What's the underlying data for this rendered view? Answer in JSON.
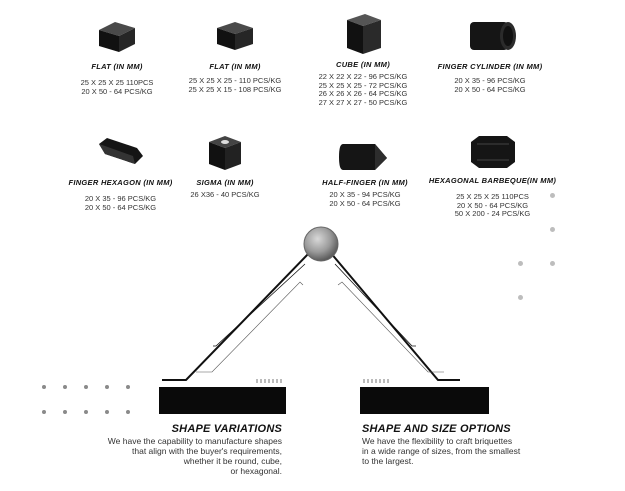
{
  "products": [
    {
      "title": "FLAT (IN MM)",
      "specs": [
        "25 X 25 X 25 110PCS",
        "20 X 50 - 64 PCS/KG"
      ],
      "icon": "flat-block-icon"
    },
    {
      "title": "FLAT (IN MM)",
      "specs": [
        "25 X 25 X 25 - 110 PCS/KG",
        "25 X 25 X 15 - 108 PCS/KG"
      ],
      "icon": "flat-block-icon"
    },
    {
      "title": "CUBE (IN MM)",
      "specs": [
        "22 X 22 X 22 - 96 PCS/KG",
        "25 X 25 X 25 - 72 PCS/KG",
        "26 X 26 X 26 - 64 PCS/KG",
        "27 X 27 X 27 - 50 PCS/KG"
      ],
      "icon": "cube-icon"
    },
    {
      "title": "FINGER CYLINDER (IN MM)",
      "specs": [
        "20 X 35 - 96 PCS/KG",
        "20 X 50 - 64 PCS/KG"
      ],
      "icon": "cylinder-icon"
    },
    {
      "title": "FINGER HEXAGON (IN MM)",
      "specs": [
        "20 X 35 - 96 PCS/KG",
        "20 X 50 - 64 PCS/KG"
      ],
      "icon": "hexagon-finger-icon"
    },
    {
      "title": "SIGMA (IN MM)",
      "specs": [
        "26 X36 - 40 PCS/KG"
      ],
      "icon": "sigma-icon"
    },
    {
      "title": "HALF-FINGER (IN MM)",
      "specs": [
        "20 X 35 - 94 PCS/KG",
        "20 X 50 - 64 PCS/KG"
      ],
      "icon": "half-finger-icon"
    },
    {
      "title": "HEXAGONAL BARBEQUE(IN MM)",
      "specs": [
        "25 X 25 X 25 110PCS",
        "20 X 50 - 64 PCS/KG",
        "50 X 200 - 24 PCS/KG"
      ],
      "icon": "hexagonal-barbeque-icon"
    }
  ],
  "features": {
    "left": {
      "title": "SHAPE VARIATIONS",
      "lines": [
        "We have the capability to manufacture shapes",
        "that align with the buyer's requirements,",
        "whether it be round, cube,",
        "or hexagonal."
      ]
    },
    "right": {
      "title": "SHAPE AND SIZE OPTIONS",
      "lines": [
        "We have the flexibility to craft briquettes",
        "in a wide range of sizes, from the smallest",
        "to the largest."
      ]
    }
  }
}
